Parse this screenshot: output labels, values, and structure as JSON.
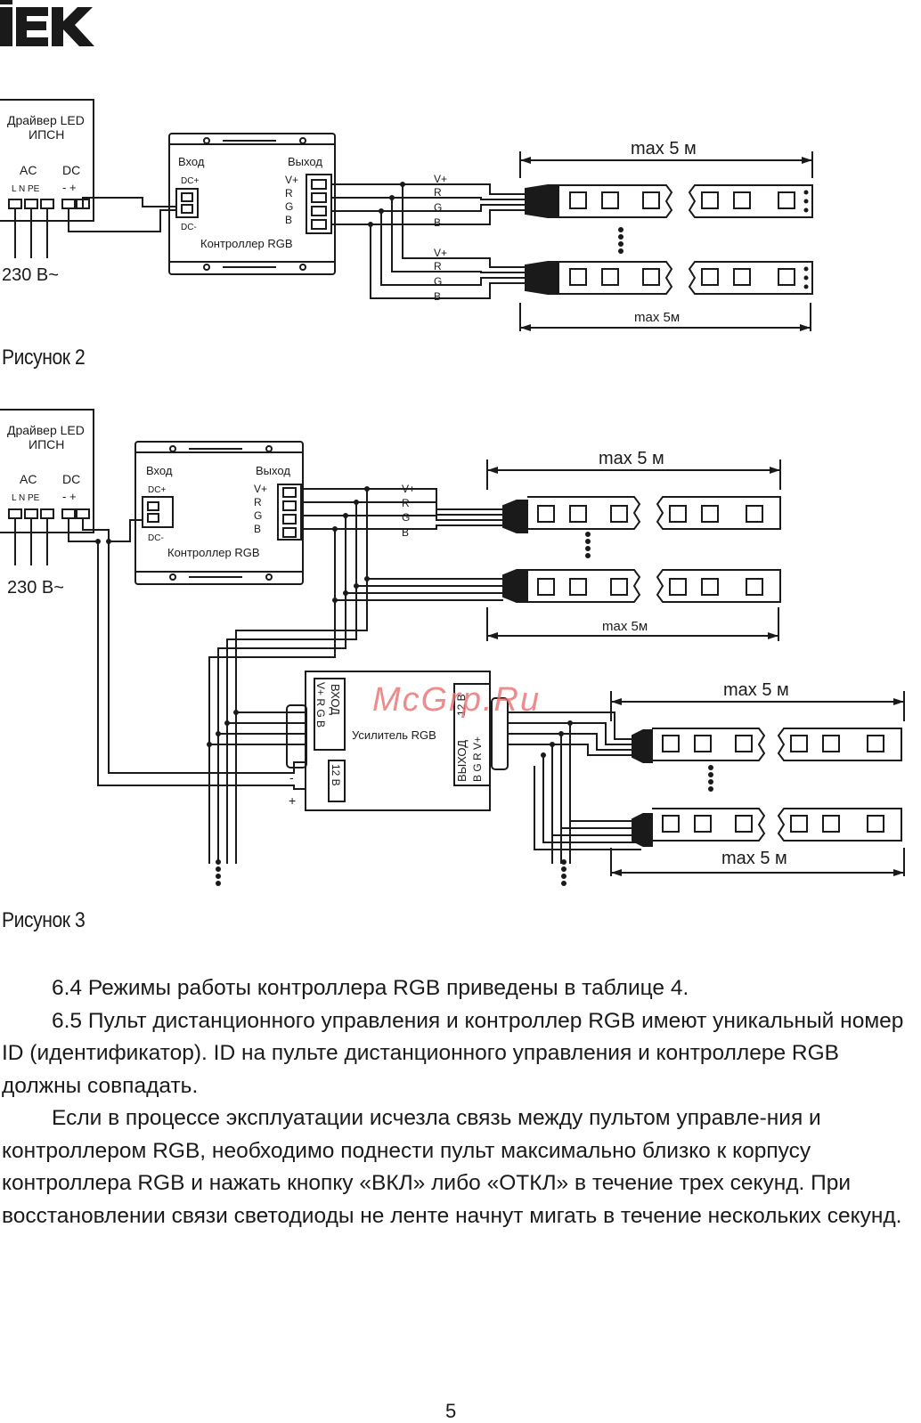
{
  "header": {
    "logo": "IEK"
  },
  "figure2": {
    "driver_title": "Драйвер LED",
    "driver_subtitle": "ИПСН",
    "ac": "AC",
    "dc": "DC",
    "terminals": "L  N  PE",
    "dc_polarity": "- +",
    "mains": "230 В~",
    "ctrl_in": "Вход",
    "ctrl_out": "Выход",
    "dc_plus": "DC+",
    "dc_minus": "DC-",
    "ctrl_name": "Контроллер RGB",
    "pins": [
      "V+",
      "R",
      "G",
      "B"
    ],
    "len_top": "max 5 м",
    "len_bottom": "max 5м",
    "caption": "Рисунок 2"
  },
  "figure3": {
    "driver_title": "Драйвер LED",
    "driver_subtitle": "ИПСН",
    "ac": "AC",
    "dc": "DC",
    "terminals": "L  N  PE",
    "dc_polarity": "- +",
    "mains": "230 В~",
    "ctrl_in": "Вход",
    "ctrl_out": "Выход",
    "dc_plus": "DC+",
    "dc_minus": "DC-",
    "ctrl_name": "Контроллер RGB",
    "pins": [
      "V+",
      "R",
      "G",
      "B"
    ],
    "len1": "max 5 м",
    "len2": "max 5м",
    "len3": "max 5 м",
    "len4": "max 5 м",
    "amp_name": "Усилитель RGB",
    "amp_in": "ВХОД",
    "amp_out": "ВЫХОД",
    "amp_in_pins": "V+ R G B",
    "amp_out_pins": "B G R V+",
    "amp_power": "12 В",
    "minus": "-",
    "plus": "+",
    "caption": "Рисунок 3"
  },
  "watermark": "McGrp.Ru",
  "body": {
    "p1": "6.4  Режимы работы контроллера RGB приведены в таблице 4.",
    "p2": "6.5  Пульт дистанционного управления и контроллер RGB имеют уникальный номер ID (идентификатор). ID на пульте дистанционного управления и контроллере RGB должны совпадать.",
    "p3": "Если в процессе эксплуатации исчезла связь между пультом управле-ния и контроллером RGB, необходимо поднести пульт максимально близко к корпусу контроллера RGB и нажать кнопку «ВКЛ» либо «ОТКЛ» в течение трех секунд. При восстановлении связи светодиоды не ленте начнут мигать в течение нескольких секунд."
  },
  "page_number": "5"
}
